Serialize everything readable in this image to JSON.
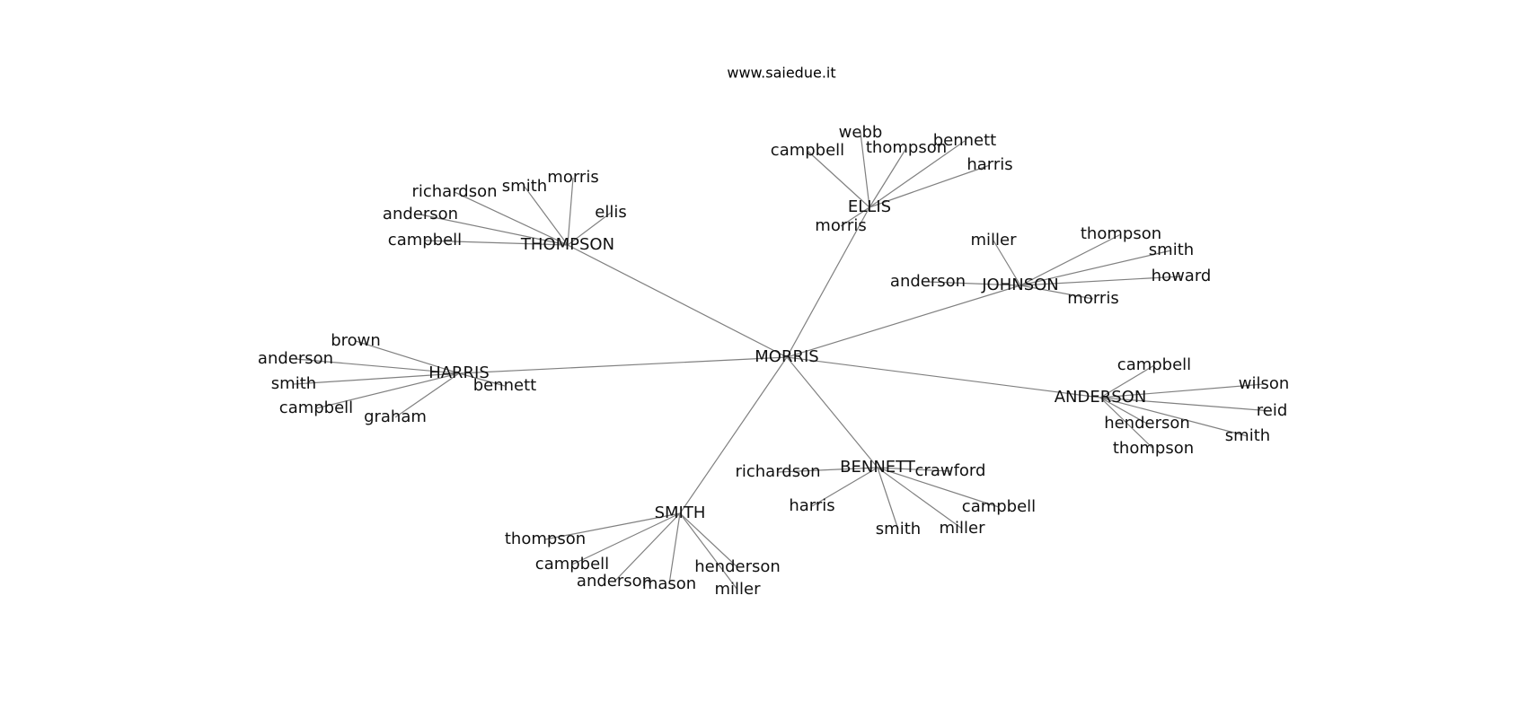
{
  "header": {
    "site": "www.saiedue.it"
  },
  "graph": {
    "root": "MORRIS",
    "groups": [
      {
        "name": "THOMPSON",
        "children": [
          "richardson",
          "smith",
          "morris",
          "ellis",
          "anderson",
          "campbell"
        ]
      },
      {
        "name": "ELLIS",
        "children": [
          "webb",
          "campbell",
          "thompson",
          "bennett",
          "harris",
          "morris"
        ]
      },
      {
        "name": "JOHNSON",
        "children": [
          "miller",
          "thompson",
          "smith",
          "howard",
          "anderson",
          "morris"
        ]
      },
      {
        "name": "HARRIS",
        "children": [
          "brown",
          "anderson",
          "smith",
          "campbell",
          "graham",
          "bennett"
        ]
      },
      {
        "name": "ANDERSON",
        "children": [
          "campbell",
          "wilson",
          "reid",
          "henderson",
          "smith",
          "thompson"
        ]
      },
      {
        "name": "BENNETT",
        "children": [
          "richardson",
          "crawford",
          "harris",
          "campbell",
          "smith",
          "miller"
        ]
      },
      {
        "name": "SMITH",
        "children": [
          "thompson",
          "campbell",
          "anderson",
          "mason",
          "henderson",
          "miller"
        ]
      }
    ]
  }
}
